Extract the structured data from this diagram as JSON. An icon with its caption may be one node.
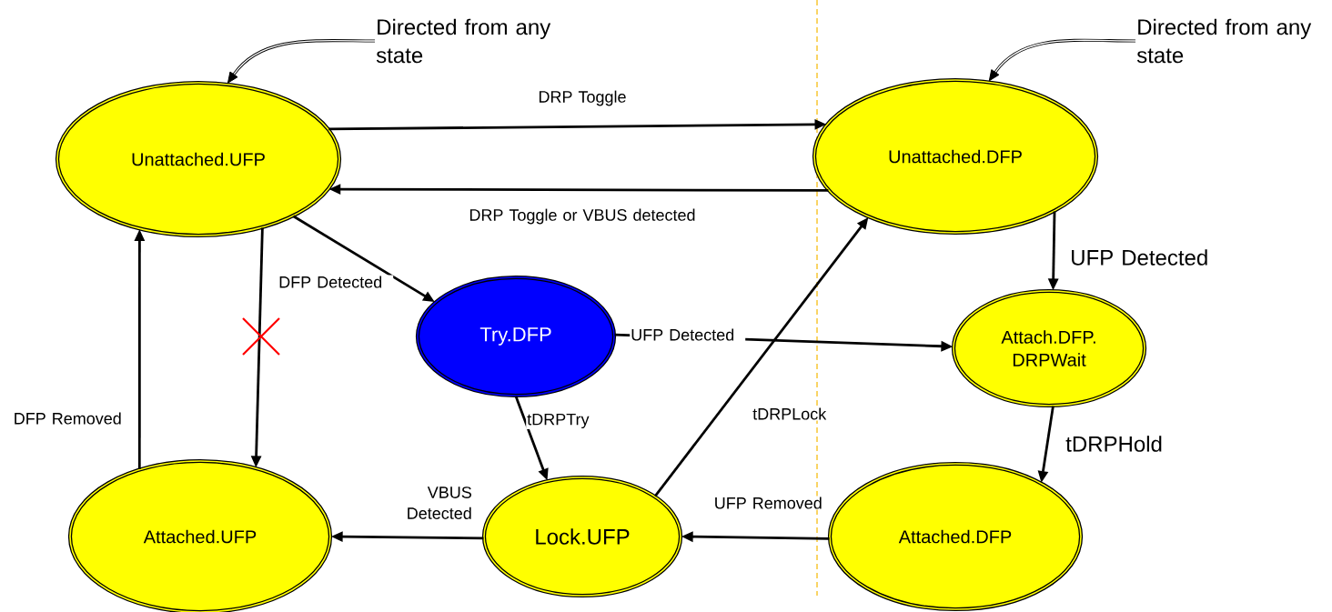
{
  "diagram": {
    "nodes": [
      {
        "text": [
          "Unattached.UFP"
        ]
      },
      {
        "text": [
          "Unattached.DFP"
        ]
      },
      {
        "text": [
          "Try.DFP"
        ]
      },
      {
        "text": [
          "Attach.DFP. DRPWait"
        ]
      },
      {
        "text": [
          "Attached.UFP"
        ]
      },
      {
        "text": [
          "Lock.UFP"
        ]
      },
      {
        "text": [
          "Attached.DFP"
        ]
      },
      {
        "text": [
          "Directed from any state"
        ]
      },
      {
        "text": [
          "Directed from any state"
        ]
      }
    ],
    "edges": [
      {
        "from": 0,
        "to": 1,
        "arrow": "to",
        "label": "DRP Toggle"
      },
      {
        "from": 1,
        "to": 0,
        "arrow": "to",
        "label": "DRP Toggle or VBUS detected"
      },
      {
        "from": 0,
        "to": 2,
        "arrow": "to",
        "label": "DFP Detected"
      },
      {
        "from": 0,
        "to": 4,
        "arrow": "to"
      },
      {
        "from": 4,
        "to": 0,
        "arrow": "to",
        "label": "DFP Removed"
      },
      {
        "from": 2,
        "to": 3,
        "arrow": "to",
        "label": "UFP Detected"
      },
      {
        "from": 2,
        "to": 5,
        "arrow": "to",
        "label": "tDRPTry"
      },
      {
        "from": 5,
        "to": 1,
        "arrow": "to",
        "label": "tDRPLock"
      },
      {
        "from": 5,
        "to": 4,
        "arrow": "to",
        "label": "VBUS Detected"
      },
      {
        "from": 6,
        "to": 5,
        "arrow": "to",
        "label": "UFP Removed"
      },
      {
        "from": 1,
        "to": 3,
        "arrow": "to",
        "label": "UFP Detected"
      },
      {
        "from": 3,
        "to": 6,
        "arrow": "to",
        "label": "tDRPHold"
      },
      {
        "from": 7,
        "to": 0,
        "arrow": "to"
      },
      {
        "from": 8,
        "to": 1,
        "arrow": "to"
      }
    ]
  }
}
